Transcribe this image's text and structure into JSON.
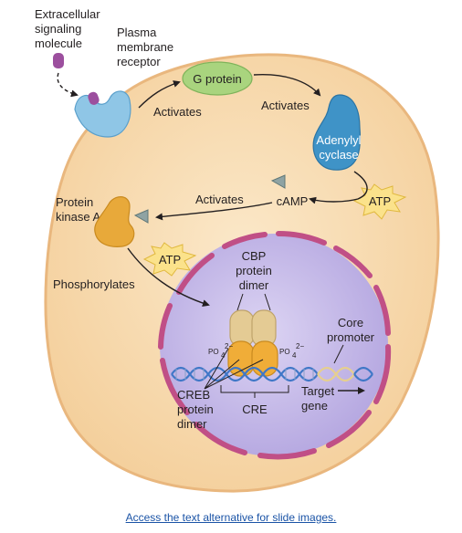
{
  "labels": {
    "signal": [
      "Extracellular",
      "signaling",
      "molecule"
    ],
    "receptor": [
      "Plasma",
      "membrane",
      "receptor"
    ],
    "g_protein": "G protein",
    "activates_1": "Activates",
    "activates_2": "Activates",
    "adenylyl": [
      "Adenylyl",
      "cyclase"
    ],
    "atp_1": "ATP",
    "camp": "cAMP",
    "activates_3": "Activates",
    "pka": [
      "Protein",
      "kinase A"
    ],
    "atp_2": "ATP",
    "phosphorylates": "Phosphorylates",
    "cbp": [
      "CBP",
      "protein",
      "dimer"
    ],
    "po4_left": "PO",
    "po4_right": "PO",
    "po4_sub": "4",
    "po4_sup": "2−",
    "core_promoter": [
      "Core",
      "promoter"
    ],
    "creb": [
      "CREB",
      "protein",
      "dimer"
    ],
    "cre": "CRE",
    "target_gene": [
      "Target",
      "gene"
    ]
  },
  "footer": {
    "alt_link": "Access the text alternative for slide images."
  },
  "colors": {
    "cell": "#f8ddb5",
    "cell_edge": "#e9b77e",
    "nucleus": "#c7bde8",
    "nuclear_envelope": "#c04f86",
    "g_protein": "#a9d47e",
    "receptor": "#8fc6e6",
    "adenylyl": "#3f93c7",
    "pka": "#e8a93a",
    "camp": "#8fa3a3",
    "atp": "#fbe28b",
    "signal": "#9c4f9e",
    "cbp": "#e4cb94",
    "creb": "#f0ad38",
    "dna_blue": "#3f77c7",
    "dna_core": "#e6cf8e",
    "link": "#1a53a6"
  }
}
